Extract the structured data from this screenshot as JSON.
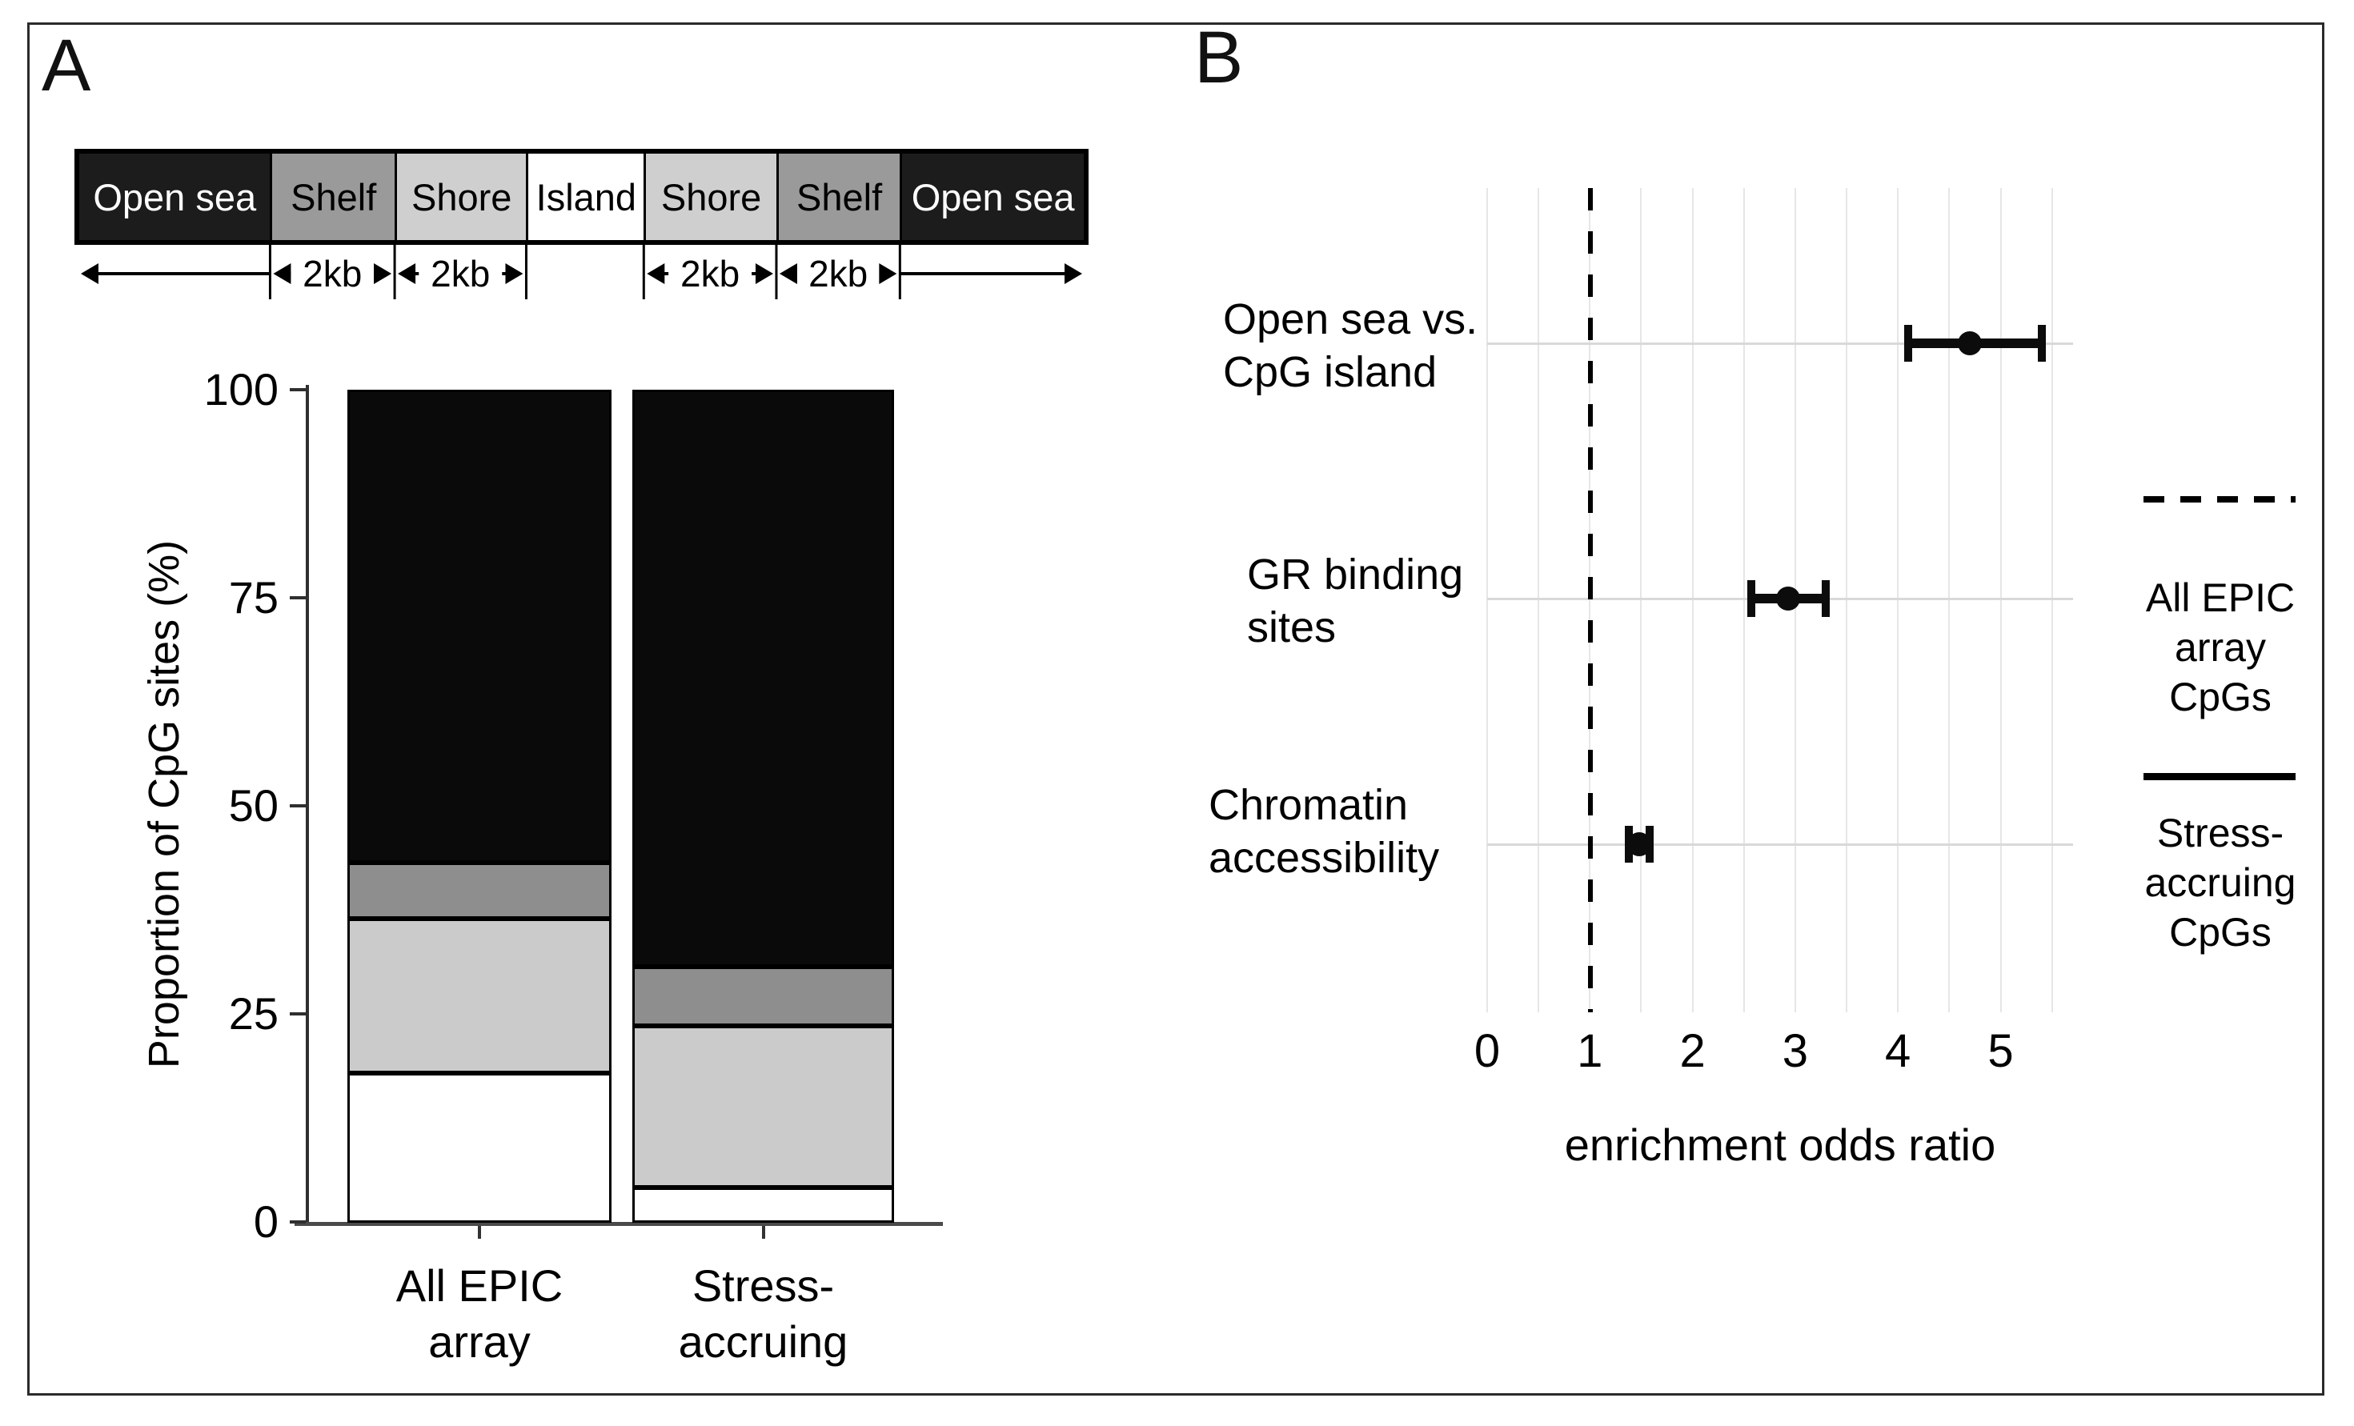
{
  "figure": {
    "panelA": {
      "label": "A",
      "genome_map": {
        "segments": [
          {
            "label": "Open sea",
            "tone": "opensea",
            "width_pct": 19.0
          },
          {
            "label": "Shelf",
            "tone": "shelf",
            "width_pct": 12.4
          },
          {
            "label": "Shore",
            "tone": "shore",
            "width_pct": 13.1
          },
          {
            "label": "Island",
            "tone": "island",
            "width_pct": 11.7
          },
          {
            "label": "Shore",
            "tone": "shore",
            "width_pct": 13.2
          },
          {
            "label": "Shelf",
            "tone": "shelf",
            "width_pct": 12.3
          },
          {
            "label": "Open sea",
            "tone": "opensea",
            "width_pct": 18.3
          }
        ],
        "distance_labels": [
          "2kb",
          "2kb",
          "2kb",
          "2kb"
        ]
      }
    },
    "panelB": {
      "label": "B"
    },
    "tones": {
      "opensea": {
        "bg": "#1c1c1c",
        "fg": "#ffffff"
      },
      "shelf": {
        "bg": "#9a9a9a",
        "fg": "#000000"
      },
      "shore": {
        "bg": "#cfcfcf",
        "fg": "#000000"
      },
      "island": {
        "bg": "#ffffff",
        "fg": "#000000"
      }
    },
    "bar_colors": {
      "opensea": "#0a0a0a",
      "shelf": "#8e8e8e",
      "shore": "#cbcbcb",
      "island": "#ffffff"
    }
  },
  "chart_data": [
    {
      "type": "bar",
      "subtype": "stacked",
      "title": "",
      "ylabel": "Proportion of CpG sites (%)",
      "xlabel": "",
      "ylim": [
        0,
        100
      ],
      "yticks": [
        100,
        75,
        50,
        25,
        0
      ],
      "grid": false,
      "categories": [
        "All EPIC array",
        "Stress-accruing"
      ],
      "categories_lines": [
        [
          "All EPIC",
          "array"
        ],
        [
          "Stress-",
          "accruing"
        ]
      ],
      "series": [
        {
          "name": "Island",
          "key": "island",
          "values": [
            18.0,
            4.2
          ]
        },
        {
          "name": "Shore",
          "key": "shore",
          "values": [
            18.5,
            19.4
          ]
        },
        {
          "name": "Shelf",
          "key": "shelf",
          "values": [
            6.7,
            7.1
          ]
        },
        {
          "name": "Open sea",
          "key": "opensea",
          "values": [
            56.8,
            69.3
          ]
        }
      ]
    },
    {
      "type": "scatter",
      "subtype": "forest-plot",
      "title": "",
      "xlabel": "enrichment odds ratio",
      "xlim": [
        0,
        5.7
      ],
      "xticks": [
        0,
        1,
        2,
        3,
        4,
        5
      ],
      "gridline_step": 0.5,
      "grid": true,
      "reference_line": 1,
      "rows": [
        {
          "label": "Open sea vs. CpG island",
          "label_lines": [
            "Open sea vs.",
            "CpG island"
          ],
          "odds_ratio": 4.7,
          "ci": [
            4.1,
            5.4
          ]
        },
        {
          "label": "GR binding sites",
          "label_lines": [
            "GR binding",
            "sites"
          ],
          "odds_ratio": 2.93,
          "ci": [
            2.57,
            3.3
          ]
        },
        {
          "label": "Chromatin accessibility",
          "label_lines": [
            "Chromatin",
            "accessibility"
          ],
          "odds_ratio": 1.48,
          "ci": [
            1.38,
            1.58
          ]
        }
      ],
      "legend_position": "right",
      "legend": [
        {
          "style": "dashed",
          "label": "All EPIC array CpGs",
          "label_lines": [
            "All EPIC",
            "array",
            "CpGs"
          ]
        },
        {
          "style": "solid",
          "label": "Stress-accruing CpGs",
          "label_lines": [
            "Stress-",
            "accruing",
            "CpGs"
          ]
        }
      ]
    }
  ]
}
